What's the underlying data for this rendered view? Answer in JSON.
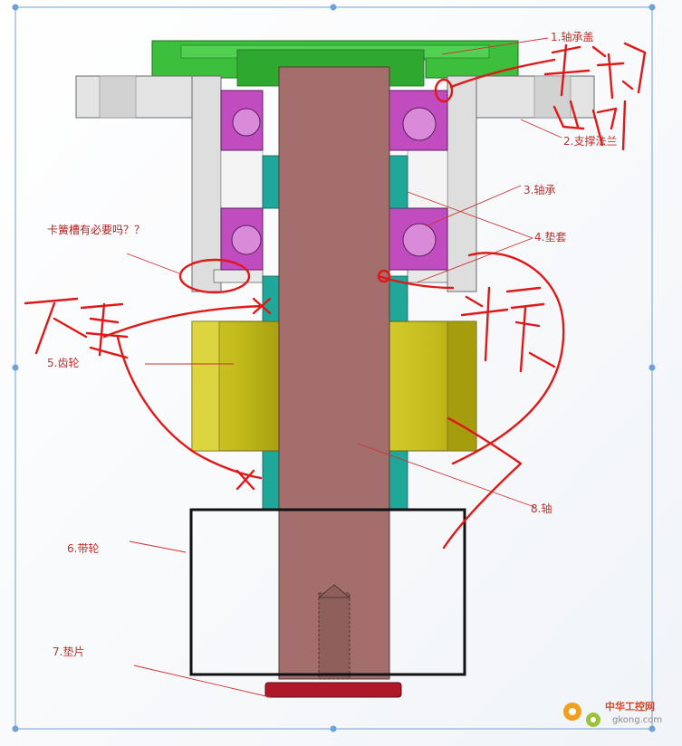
{
  "parts": [
    {
      "id": "bearing-cover",
      "label": "1.轴承盖"
    },
    {
      "id": "support-flange",
      "label": "2.支撑法兰"
    },
    {
      "id": "bearing",
      "label": "3.轴承"
    },
    {
      "id": "spacer-sleeve",
      "label": "4.垫套"
    },
    {
      "id": "gear",
      "label": "5.齿轮"
    },
    {
      "id": "pulley",
      "label": "6.带轮"
    },
    {
      "id": "washer",
      "label": "7.垫片"
    },
    {
      "id": "shaft",
      "label": "8.轴"
    }
  ],
  "question_note": "卡簧槽有必要吗？？",
  "colors": {
    "bearing_cover": "#3cbf3c",
    "flange": "#e6e6e6",
    "bearing": "#c04cc0",
    "spacer": "#1fa89a",
    "gear": "#c8c020",
    "shaft": "#a36e6b",
    "washer": "#b0182a",
    "handwriting": "#e01818"
  },
  "watermark": {
    "site_cn": "中华工控网",
    "site_url": "gkong.com"
  }
}
